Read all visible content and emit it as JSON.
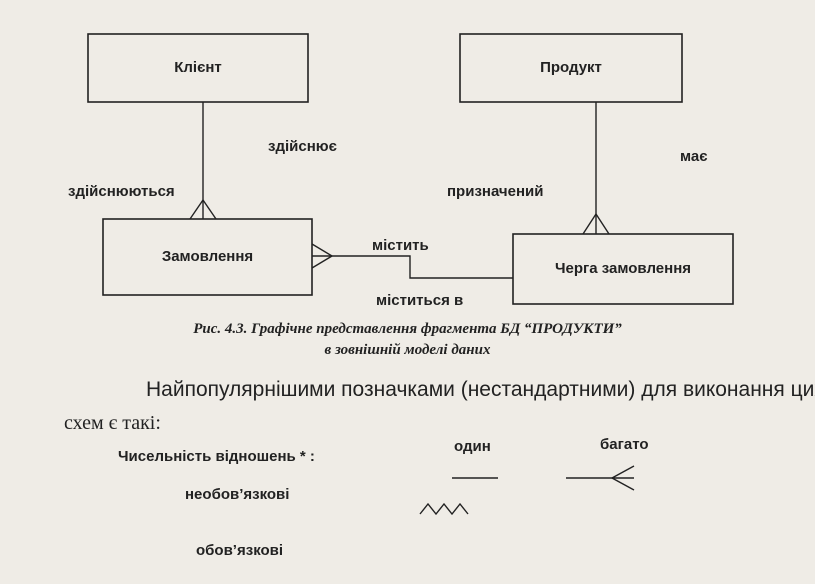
{
  "diagram": {
    "entities": {
      "client": "Клієнт",
      "product": "Продукт",
      "order": "Замовлення",
      "queue": "Черга замовлення"
    },
    "relations": {
      "performs": "здійснює",
      "performed_by": "здійснюються",
      "has": "має",
      "assigned": "призначений",
      "contains": "містить",
      "contained_in": "міститься в"
    }
  },
  "caption": {
    "line1": "Рис. 4.3. Графічне представлення фрагмента БД “ПРОДУКТИ”",
    "line2": "в зовнішній моделі даних"
  },
  "text": {
    "intro_line1": "Найпопулярнішими позначками (нестандартними) для виконання цих",
    "intro_line2": "схем є такі:"
  },
  "notation": {
    "cardinality_label": "Чисельність відношень * :",
    "one": "один",
    "many": "багато",
    "optional": "необов’язкові",
    "mandatory": "обов’язкові"
  }
}
